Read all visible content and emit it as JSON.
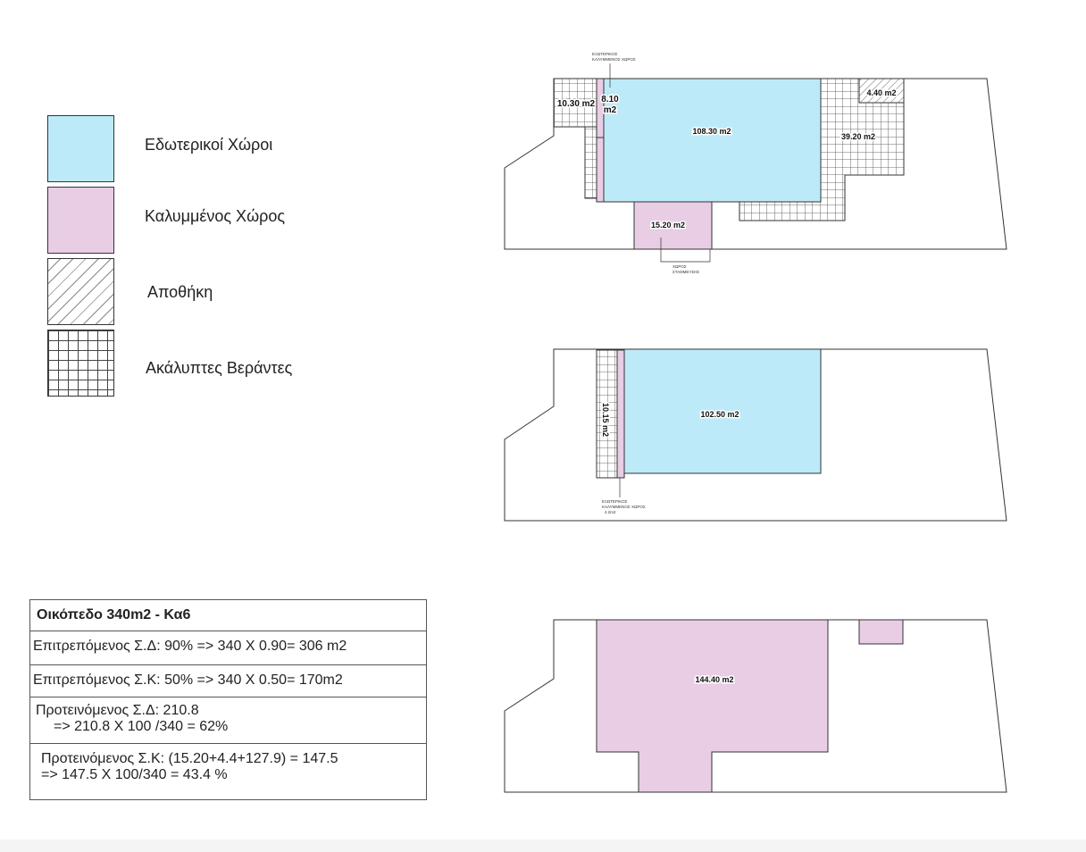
{
  "legend": [
    {
      "label": "Εδωτερικοί Χώροι",
      "fill": "#bdeaf8",
      "pattern": "solid",
      "icon": "interior-swatch"
    },
    {
      "label": "Καλυμμένος Χώρος",
      "fill": "#e8cde4",
      "pattern": "solid",
      "icon": "covered-swatch"
    },
    {
      "label": "Αποθήκη",
      "fill": "#ffffff",
      "pattern": "hatch",
      "icon": "storage-swatch"
    },
    {
      "label": "Ακάλυπτες Βεράντες",
      "fill": "#ffffff",
      "pattern": "grid",
      "icon": "veranda-swatch"
    }
  ],
  "colors": {
    "interior": "#bdeaf8",
    "covered": "#e8cde4",
    "line": "#333333"
  },
  "plan1": {
    "labels": {
      "veranda_left": "10.30 m2",
      "covered_top_a": "8.10",
      "covered_top_b": "m2",
      "interior": "108.30 m2",
      "storage": "4.40 m2",
      "veranda_right": "39.20 m2",
      "parking": "15.20 m2"
    },
    "notes": {
      "top_line1": "ΕΞΩΤΕΡΙΚΟΣ",
      "top_line2": "ΚΑΛΥΜΜΕΝΟΣ ΧΩΡΟΣ",
      "bottom_line1": "ΧΩΡΟΣ",
      "bottom_line2": "ΣΤΑΘΜΕΥΣΗΣ"
    }
  },
  "plan2": {
    "labels": {
      "veranda": "10.15 m2",
      "interior": "102.50 m2"
    },
    "notes": {
      "line1": "ΕΞΩΤΕΡΙΚΟΣ",
      "line2": "ΚΑΛΥΜΜΕΝΟΣ ΧΩΡΟΣ",
      "line3": "4.2m2"
    }
  },
  "plan3": {
    "labels": {
      "covered": "144.40 m2"
    }
  },
  "summary": {
    "title": "Οικόπεδο  340m2  - Κα6",
    "row1": "Επιτρεπόμενος Σ.Δ: 90% => 340 Χ 0.90= 306 m2",
    "row2": "Επιτρεπόμενος Σ.Κ: 50% => 340 Χ 0.50= 170m2",
    "row3_line1": "Προτεινόμενος Σ.Δ:  210.8",
    "row3_line2": "=> 210.8 Χ 100 /340 = 62%",
    "row4_line1": "Προτεινόμενος Σ.Κ: (15.20+4.4+127.9) = 147.5",
    "row4_line2": "=> 147.5 Χ 100/340 = 43.4 %"
  }
}
